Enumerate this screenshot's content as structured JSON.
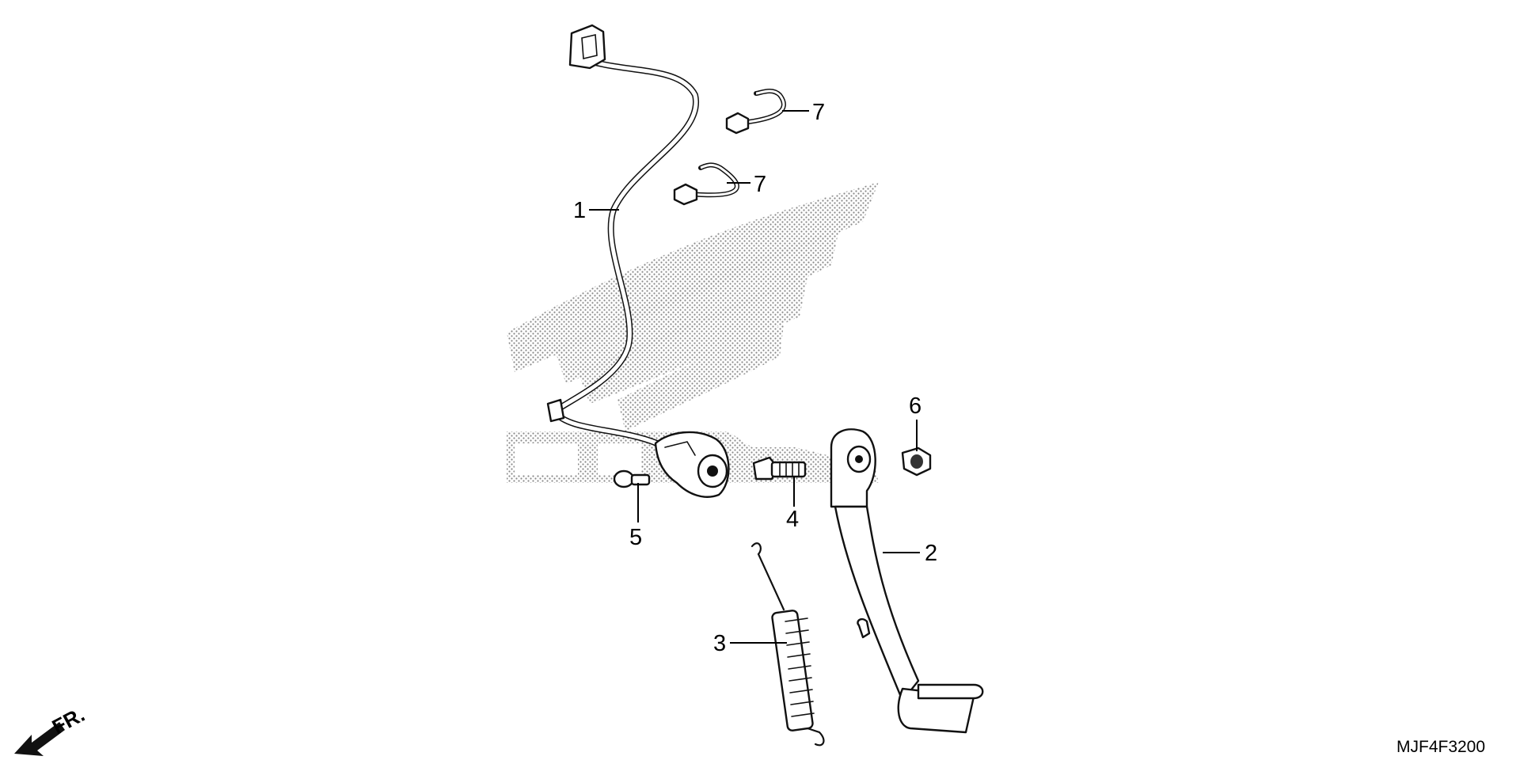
{
  "diagram": {
    "callouts": [
      {
        "id": "1",
        "label": "1"
      },
      {
        "id": "2",
        "label": "2"
      },
      {
        "id": "3",
        "label": "3"
      },
      {
        "id": "4",
        "label": "4"
      },
      {
        "id": "5",
        "label": "5"
      },
      {
        "id": "6",
        "label": "6"
      },
      {
        "id": "7a",
        "label": "7"
      },
      {
        "id": "7b",
        "label": "7"
      }
    ],
    "direction_marker": "FR.",
    "diagram_code": "MJF4F3200"
  }
}
